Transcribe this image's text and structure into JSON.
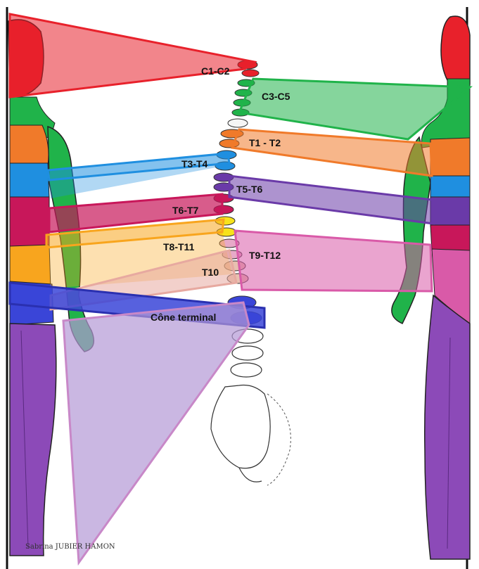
{
  "figure": {
    "labels": {
      "c1_c2": "C1-C2",
      "c3_c5": "C3-C5",
      "t1_t2": "T1 - T2",
      "t3_t4": "T3-T4",
      "t5_t6": "T5-T6",
      "t6_t7": "T6-T7",
      "t8_t11": "T8-T11",
      "t9_t12": "T9-T12",
      "t10": "T10",
      "cone_terminal": "Cône terminal"
    },
    "signature": "Sabrina JUBIER HAMON",
    "colors": {
      "c1_c2": "#e8212b",
      "c3_c5": "#20b34a",
      "t1_t2": "#f07a2a",
      "t3_t4": "#1f8fe0",
      "t5_t6": "#6a3aa8",
      "t6_t7": "#c8175a",
      "t8_t11": "#f8a51e",
      "t9_t12": "#d95aa8",
      "t10": "#e7a9a0",
      "cone_terminal": "#3a45d8",
      "legs": "#8c4ab8"
    }
  }
}
